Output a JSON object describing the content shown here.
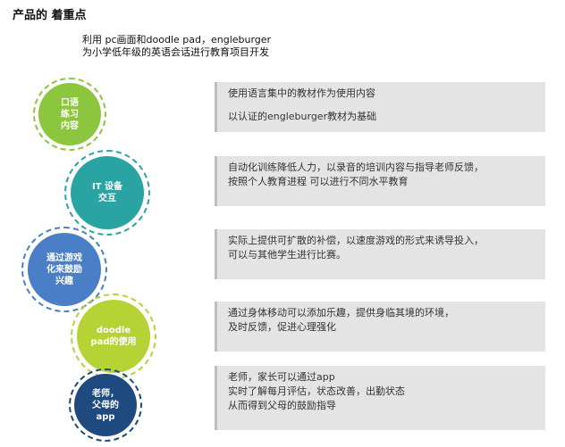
{
  "page": {
    "title": "产品的 着重点",
    "intro": [
      "利用 pc画面和doodle pad，engleburger",
      "为小学低年级的英语会话进行教育项目开发"
    ]
  },
  "items": [
    {
      "circle_lines": [
        "口语",
        "练习",
        "内容"
      ],
      "panel_lines": [
        "使用语言集中的教材作为使用内容",
        "",
        "以认证的engleburger教材为基础"
      ]
    },
    {
      "circle_lines": [
        "IT 设备",
        "交互"
      ],
      "panel_lines": [
        "自动化训练降低人力，以录音的培训内容与指导老师反馈，",
        "按照个人教育进程 可以进行不同水平教育"
      ]
    },
    {
      "circle_lines": [
        "通过游戏",
        "化来鼓励",
        "兴趣"
      ],
      "panel_lines": [
        "实际上提供可扩散的补偿，以速度游戏的形式来诱导投入，",
        "可以与其他学生进行比赛。"
      ]
    },
    {
      "circle_lines": [
        "doodle",
        "pad的使用"
      ],
      "panel_lines": [
        "通过身体移动可以添加乐趣，提供身临其境的环境，",
        "及时反馈，促进心理强化"
      ]
    },
    {
      "circle_lines": [
        "老师，",
        "父母的",
        "app"
      ],
      "panel_lines": [
        "老师，家长可以通过app",
        "实时了解每月评估，状态改善，出勤状态",
        "从而得到父母的鼓励指导"
      ]
    }
  ],
  "colors": {
    "green": "#8cc63f",
    "teal": "#2aa3a3",
    "blue": "#4a7fc8",
    "lime": "#b5d334",
    "navy": "#1f4a80",
    "panel_bg": "#e4e4e4"
  }
}
